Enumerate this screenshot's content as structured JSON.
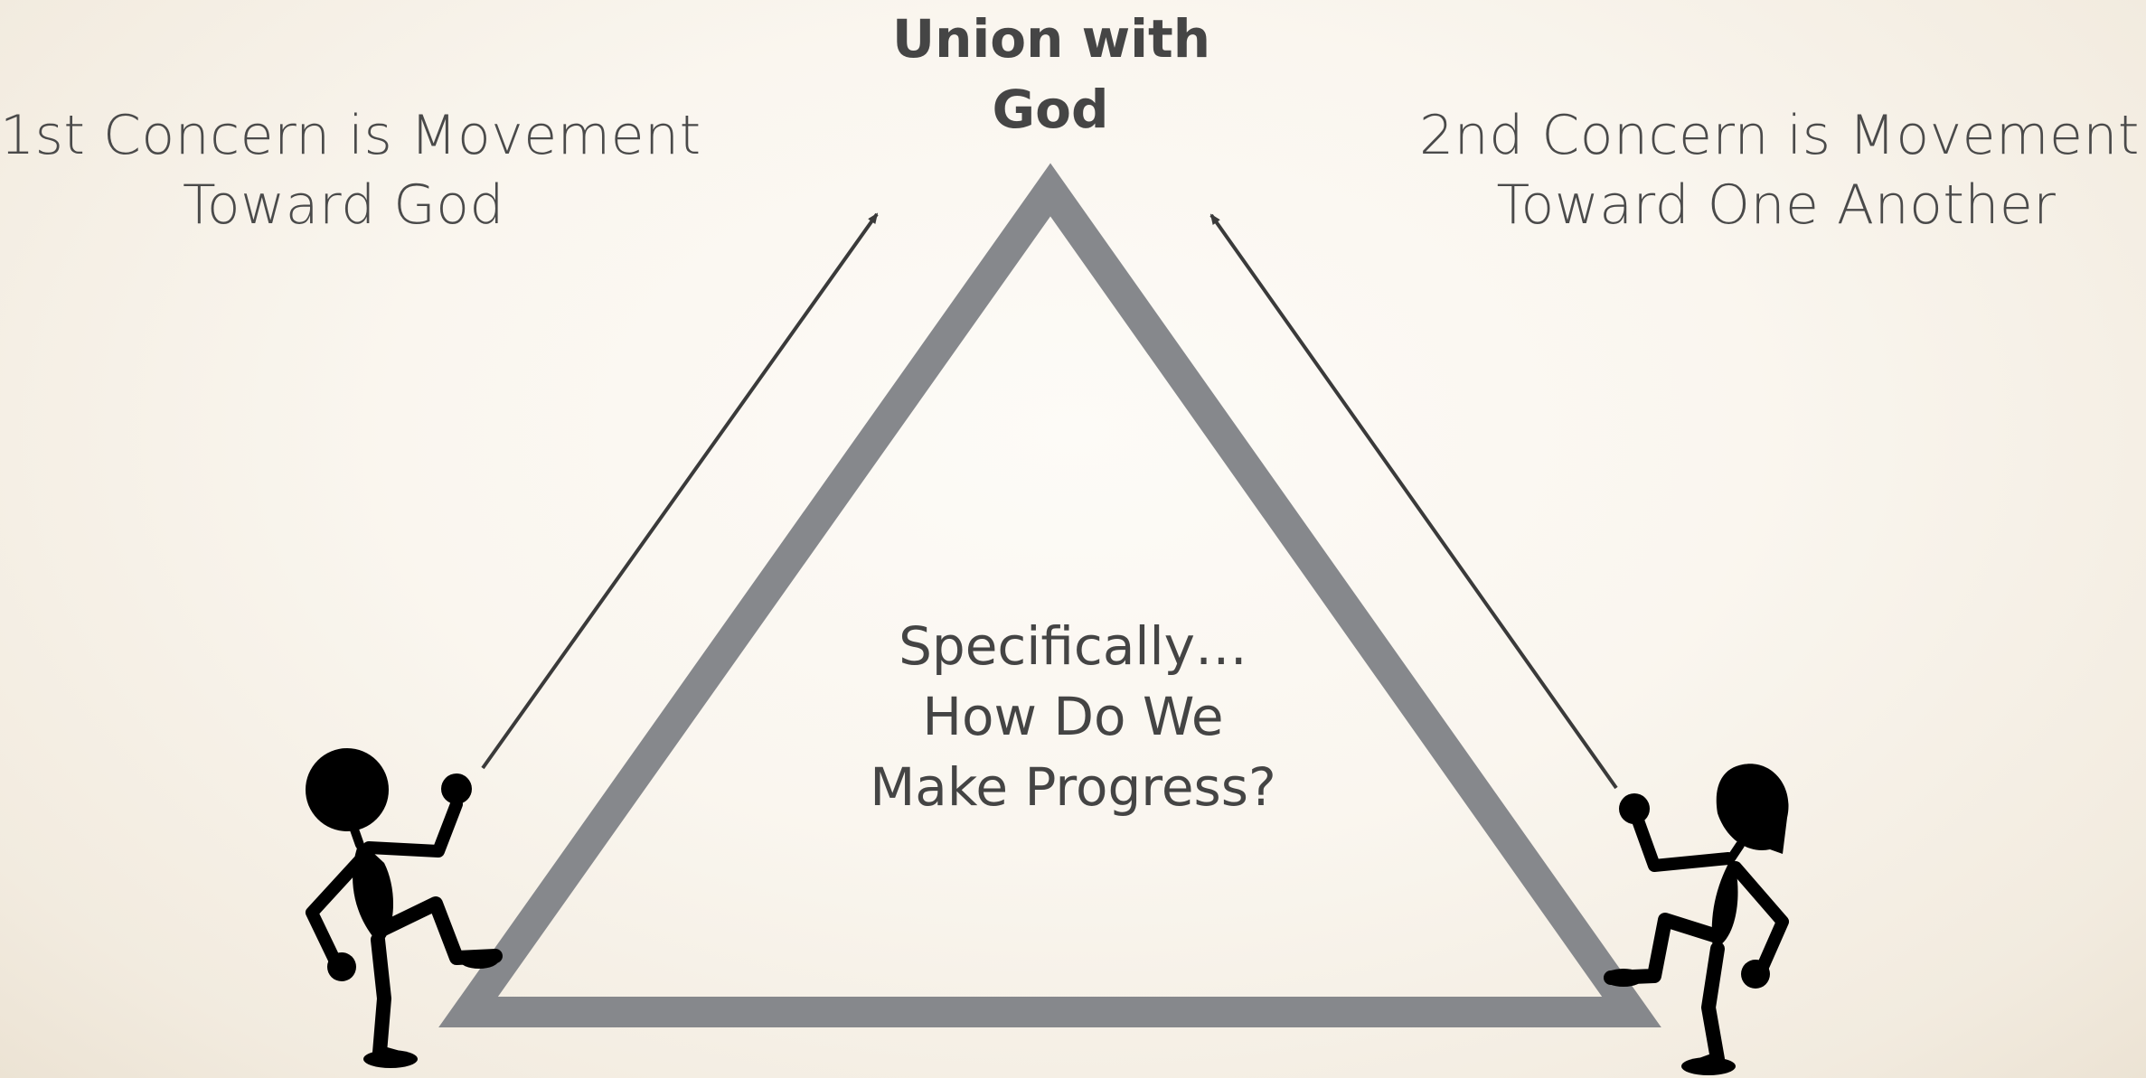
{
  "top_label": {
    "line1": "Union with",
    "line2": "God"
  },
  "left_label": {
    "line1": "1st Concern is Movement",
    "line2": "Toward God"
  },
  "right_label": {
    "line1": "2nd Concern is Movement",
    "line2": "Toward One Another"
  },
  "center_label": {
    "line1": "Specifically…",
    "line2": "How Do We",
    "line3": "Make Progress?"
  },
  "colors": {
    "triangle": "#86888c",
    "arrow": "#3a3a3a",
    "figure": "#000000",
    "text": "#444444"
  },
  "icons": {
    "left_figure": "stick-figure-man",
    "right_figure": "stick-figure-woman"
  }
}
